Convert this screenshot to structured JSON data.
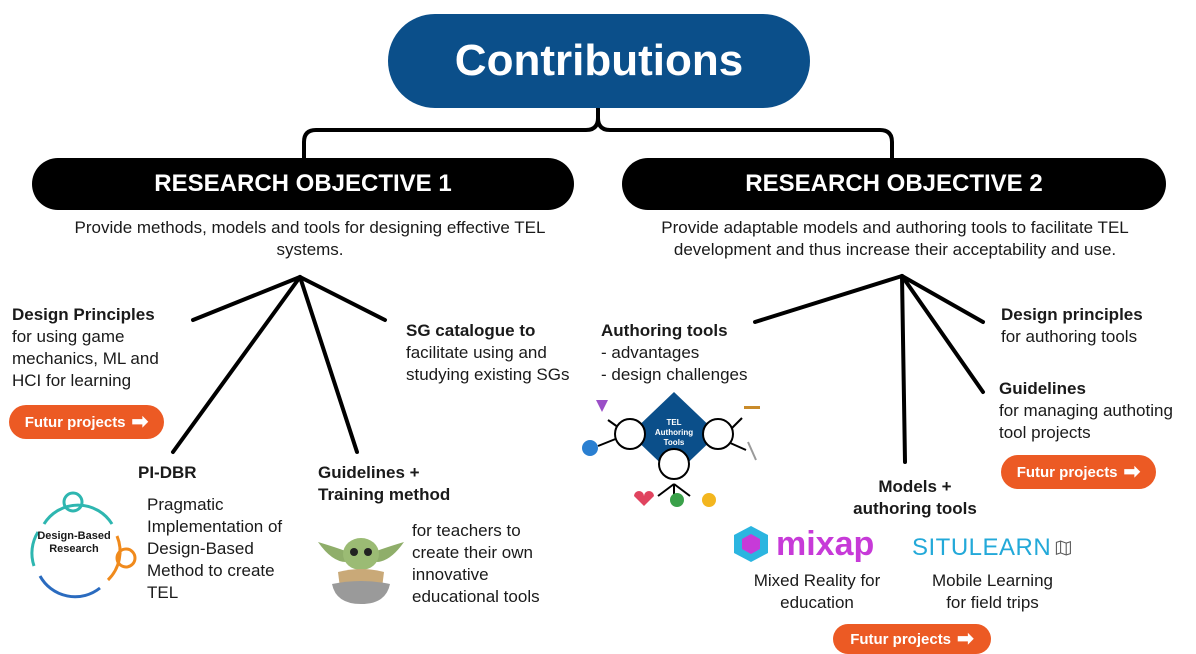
{
  "title": "Contributions",
  "objective1": {
    "label": "RESEARCH OBJECTIVE 1",
    "description": "Provide methods, models and tools for designing effective TEL systems.",
    "items": [
      {
        "title": "Design Principles",
        "body": "for using game mechanics, ML and HCI for learning"
      },
      {
        "title": "SG catalogue to",
        "body": "facilitate using and studying existing SGs"
      },
      {
        "title": "PI-DBR",
        "body": "Pragmatic Implementation of Design-Based Method to create TEL"
      },
      {
        "title": "Guidelines + Training method",
        "body": "for teachers to create their own innovative educational tools"
      }
    ],
    "dbr_cycle_label": "Design-Based Research"
  },
  "objective2": {
    "label": "RESEARCH OBJECTIVE 2",
    "description": "Provide adaptable models and authoring tools to facilitate TEL development and thus increase their acceptability and use.",
    "items": [
      {
        "title": "Authoring tools",
        "body1": "- advantages",
        "body2": "- design challenges"
      },
      {
        "title": "Design principles",
        "body": "for authoring tools"
      },
      {
        "title": "Guidelines",
        "body": "for managing authoting tool projects"
      },
      {
        "title": "Models + authoring tools"
      }
    ],
    "tel_diagram_label": "TEL Authoring Tools",
    "tools": [
      {
        "logo": "mixap",
        "caption": "Mixed Reality for education"
      },
      {
        "logo": "SITULEARN",
        "caption": "Mobile Learning for field trips"
      }
    ]
  },
  "future_label": "Futur projects",
  "colors": {
    "primary": "#0b4f8a",
    "accent": "#ec5a24",
    "black": "#000000",
    "mixap": "#2bb5e0",
    "situlearn": "#23a9d9"
  }
}
